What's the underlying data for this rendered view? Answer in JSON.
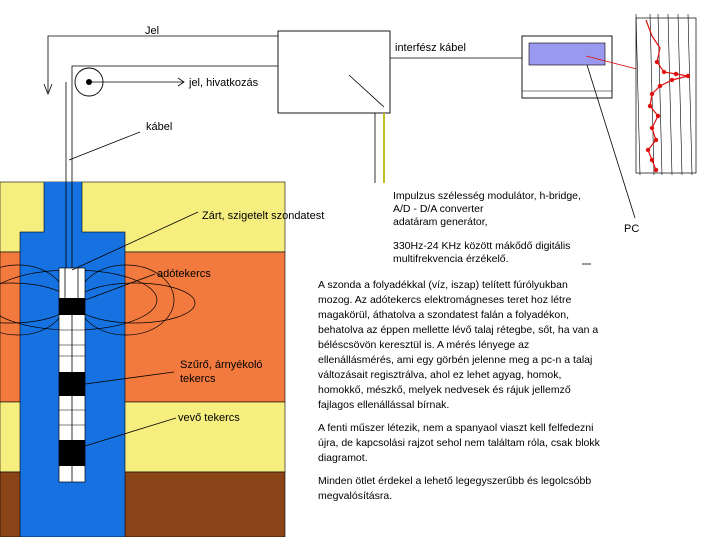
{
  "labels": {
    "jel": "Jel",
    "jel_hivatkozas": "jel, hivatkozás",
    "kabel": "kábel",
    "interfesz_kabel": "interfész kábel",
    "zart_szondatest": "Zárt, szigetelt szondatest",
    "adotekercs": "adótekercs",
    "szuro_line1": "Szűrő, árnyékoló",
    "szuro_line2": "tekercs",
    "vevo_tekercs": "vevő tekercs",
    "pc": "PC"
  },
  "generator_box": {
    "lines": [
      "Impulzus szélesség modulátor, h-bridge,",
      "A/D - D/A converter",
      " adatáram generátor,",
      "",
      "330Hz-24 KHz között mákődő digitális",
      "multifrekvencia érzékelő."
    ]
  },
  "description": {
    "p1": "A szonda a folyadékkal (víz, iszap) telített fúrólyukban mozog. Az adótekercs elektromágneses teret hoz létre magakörül, áthatolva a szondatest falán a folyadékon, behatolva az éppen mellette lévő talaj rétegbe, sőt, ha van a béléscsövön keresztül is. A mérés lényege az ellenállásmérés, ami egy görbén jelenne meg a pc-n a talaj változásait regisztrálva, ahol ez lehet agyag, homok, homokkő, mészkő, melyek nedvesek és rájuk jellemző fajlagos ellenállással bírnak.",
    "p2": "A fenti műszer létezik, nem a spanyaol viaszt kell felfedezni újra, de kapcsolási rajzot sehol nem találtam róla, csak blokk diagramot.",
    "p3": "Minden ötlet érdekel a lehető legegyszerűbb és legolcsóbb megvalósításra."
  },
  "colors": {
    "layer_yellow": "#f6ef80",
    "layer_orange": "#f27a3f",
    "layer_brown": "#8b4418",
    "borehole_blue": "#1672e0",
    "monitor_screen": "#9a99f0",
    "log_curve": "#e01010"
  }
}
